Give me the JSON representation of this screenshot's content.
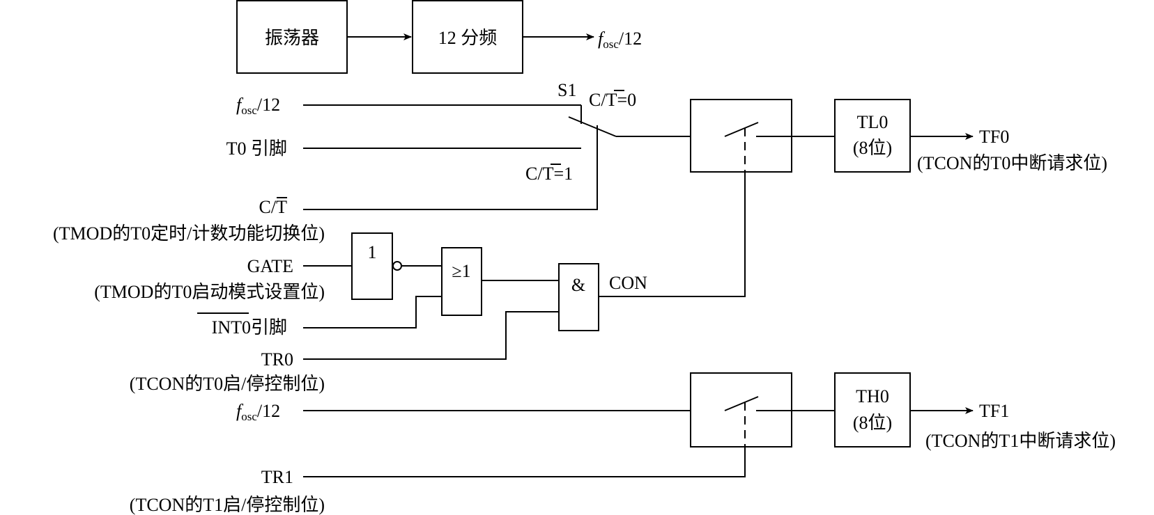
{
  "blocks": {
    "oscillator": "振荡器",
    "divider": "12 分频",
    "tl0_name": "TL0",
    "tl0_bits": "(8位)",
    "th0_name": "TH0",
    "th0_bits": "(8位)",
    "not_gate": "1",
    "or_gate": "≥1",
    "and_gate": "&"
  },
  "fosc": {
    "f": "f",
    "sub": "osc",
    "div": "/12"
  },
  "switch": {
    "name": "S1",
    "ct0_prefix": "C/",
    "ct_bar_letter": "T",
    "ct0_suffix": "=0",
    "ct1_prefix": "C/",
    "ct1_suffix": "=1"
  },
  "inputs": {
    "t0_pin": "T0 引脚",
    "ct_prefix": "C/",
    "ct_letter": "T",
    "ct_desc": "(TMOD的T0定时/计数功能切换位)",
    "gate": "GATE",
    "gate_desc": "(TMOD的T0启动模式设置位)",
    "int0_over": "INT0",
    "int0_suffix": "引脚",
    "tr0": "TR0",
    "tr0_desc": "(TCON的T0启/停控制位)",
    "tr1": "TR1",
    "tr1_desc": "(TCON的T1启/停控制位)"
  },
  "outputs": {
    "con": "CON",
    "tf0": "TF0",
    "tf0_desc": "(TCON的T0中断请求位)",
    "tf1": "TF1",
    "tf1_desc": "(TCON的T1中断请求位)"
  }
}
